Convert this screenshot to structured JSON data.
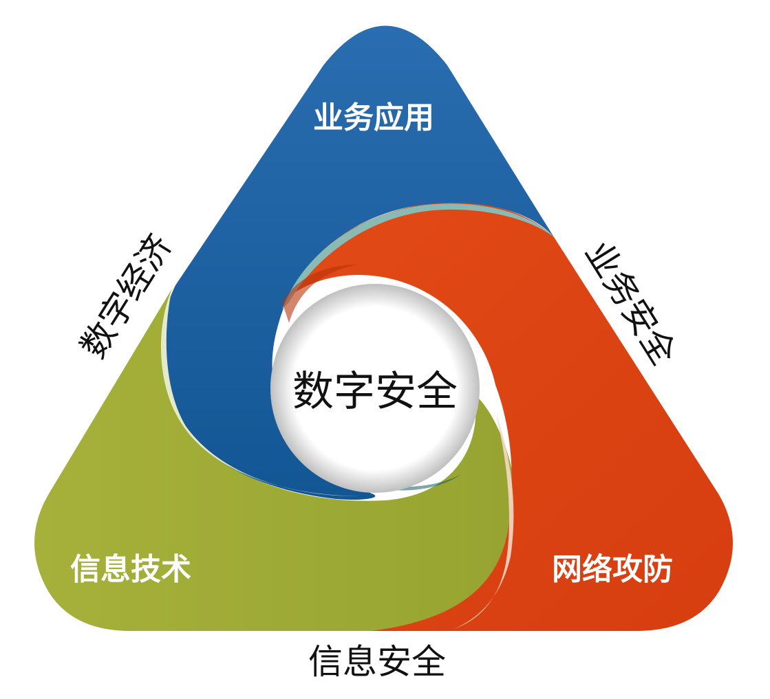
{
  "diagram": {
    "center_label": "数字安全",
    "segments": {
      "top": {
        "label": "业务应用",
        "color": "#1b5e9e"
      },
      "right": {
        "label": "网络攻防",
        "color": "#dc4213"
      },
      "left": {
        "label": "信息技术",
        "color": "#a2ad37"
      }
    },
    "edges": {
      "left": "数字经济",
      "right": "业务安全",
      "bottom": "信息安全"
    },
    "highlight_colors": {
      "teal": "#7fc6c4",
      "cream": "#eef0cf",
      "peach": "#f6d8c6"
    }
  }
}
